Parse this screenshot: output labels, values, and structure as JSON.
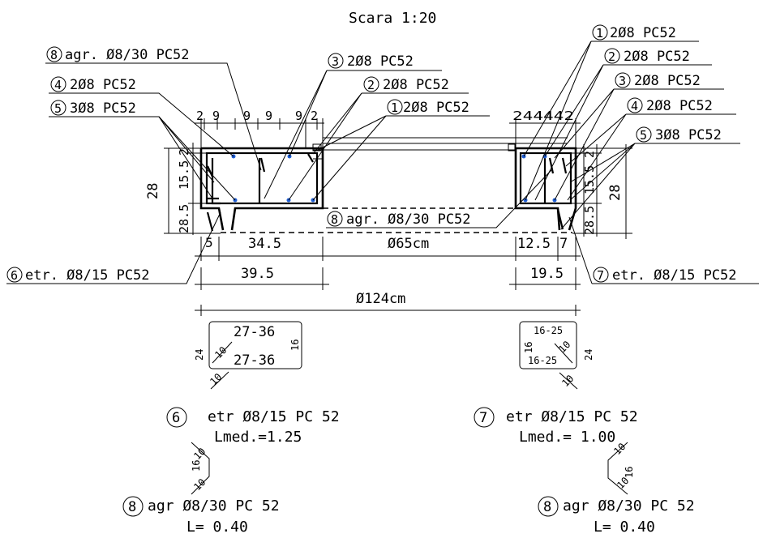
{
  "scale": "Scara 1:20",
  "left_labels": [
    {
      "num": "8",
      "text": "agr. Ø8/30 PC52"
    },
    {
      "num": "4",
      "text": "2Ø8 PC52"
    },
    {
      "num": "5",
      "text": "3Ø8 PC52"
    },
    {
      "num": "3",
      "text": "2Ø8 PC52"
    },
    {
      "num": "2",
      "text": "2Ø8 PC52"
    },
    {
      "num": "1",
      "text": "2Ø8 PC52"
    }
  ],
  "right_labels": [
    {
      "num": "1",
      "text": "2Ø8 PC52"
    },
    {
      "num": "2",
      "text": "2Ø8 PC52"
    },
    {
      "num": "3",
      "text": "2Ø8 PC52"
    },
    {
      "num": "4",
      "text": "2Ø8 PC52"
    },
    {
      "num": "5",
      "text": "3Ø8 PC52"
    }
  ],
  "mid_label": {
    "num": "8",
    "text": "agr. Ø8/30 PC52"
  },
  "stirrup_labels": [
    {
      "num": "6",
      "text": "etr. Ø8/15 PC52"
    },
    {
      "num": "7",
      "text": "etr. Ø8/15 PC52"
    }
  ],
  "dims": {
    "top_left": [
      "2",
      "9",
      "9",
      "9",
      "9",
      "2"
    ],
    "top_right": "244442",
    "left_vert": [
      "28",
      "15.5",
      "2",
      "28.5"
    ],
    "right_vert": [
      "2",
      "15.5",
      "28.5",
      "28"
    ],
    "bottom_row1": [
      "5",
      "34.5",
      "Ø65cm",
      "12.5",
      "7"
    ],
    "bottom_row2": [
      "39.5",
      "19.5"
    ],
    "overall": "Ø124cm"
  },
  "shape6": {
    "top": "27-36",
    "bottom": "27-36",
    "left": "24",
    "right": "16",
    "hook1": "10",
    "hook2": "10",
    "num": "6",
    "title": "etr Ø8/15 PC 52",
    "length": "Lmed.=1.25"
  },
  "shape7": {
    "top": "16-25",
    "bottom": "16-25",
    "left": "16",
    "right": "24",
    "hook1": "10",
    "hook2": "10",
    "num": "7",
    "title": "etr Ø8/15 PC 52",
    "length": "Lmed.= 1.00"
  },
  "shape8_left": {
    "num": "8",
    "title": "agr Ø8/30 PC 52",
    "length": "L= 0.40",
    "d1": "16",
    "d2": "10",
    "d3": "10"
  },
  "shape8_right": {
    "num": "8",
    "title": "agr Ø8/30 PC 52",
    "length": "L= 0.40",
    "d1": "16",
    "d2": "10",
    "d3": "10"
  }
}
